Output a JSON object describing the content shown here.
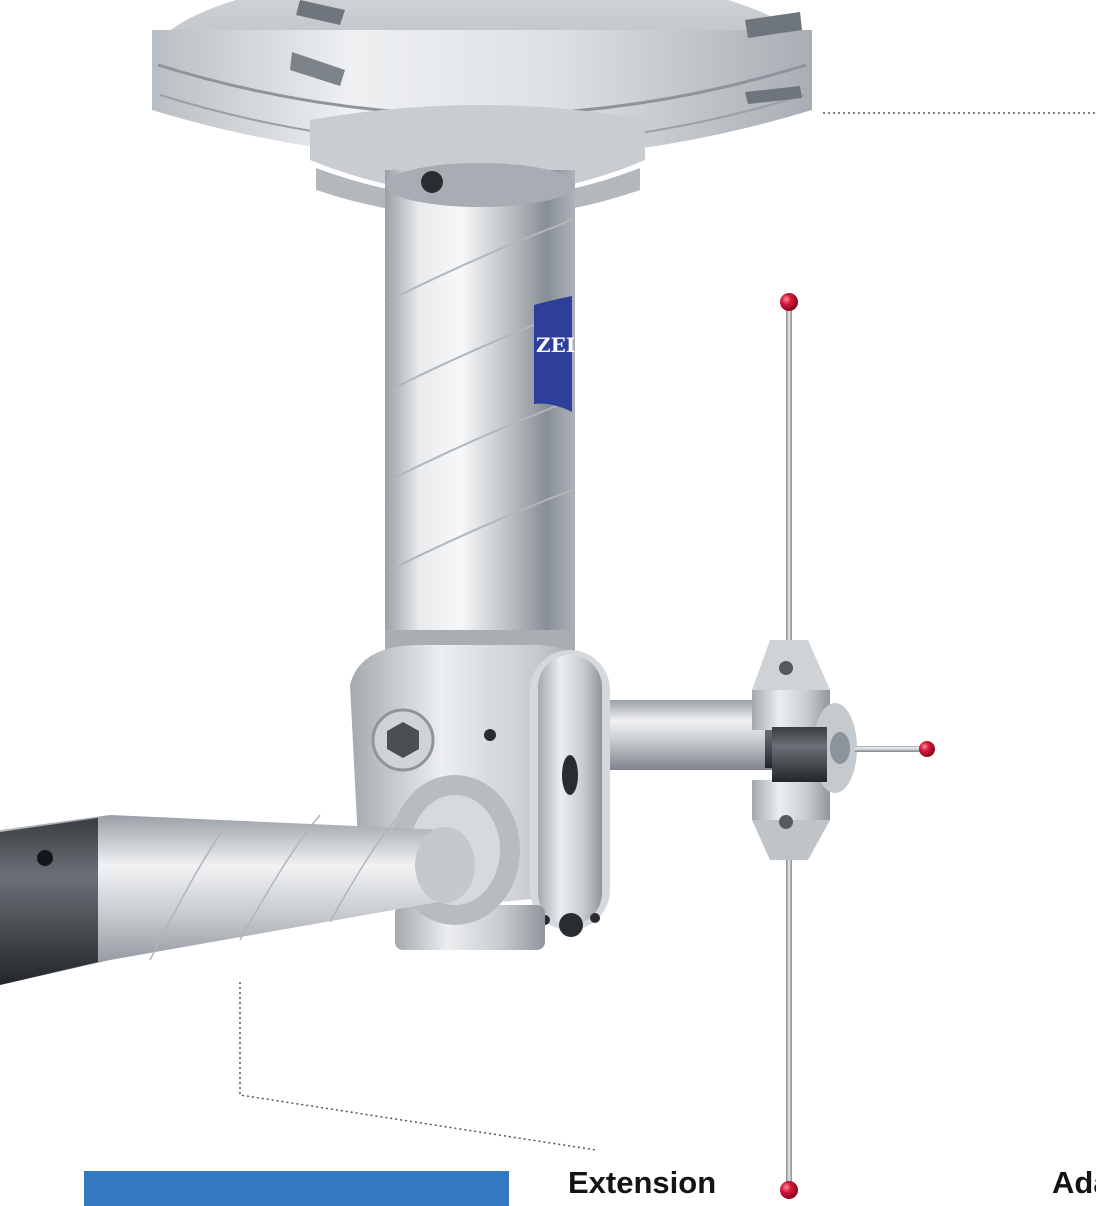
{
  "image": {
    "subject": "probe-stylus-assembly"
  },
  "brand": {
    "logo_text": "ZEISS",
    "logo_color": "#2e3f9a"
  },
  "labels": {
    "extension": "Extension",
    "adapter": "Ada"
  },
  "colors": {
    "label_bar": "#3279c2",
    "stylus_ball": "#c8102e",
    "leader_line": "#555555",
    "steel_light": "#eceef0",
    "steel_dark": "#8d949b"
  }
}
